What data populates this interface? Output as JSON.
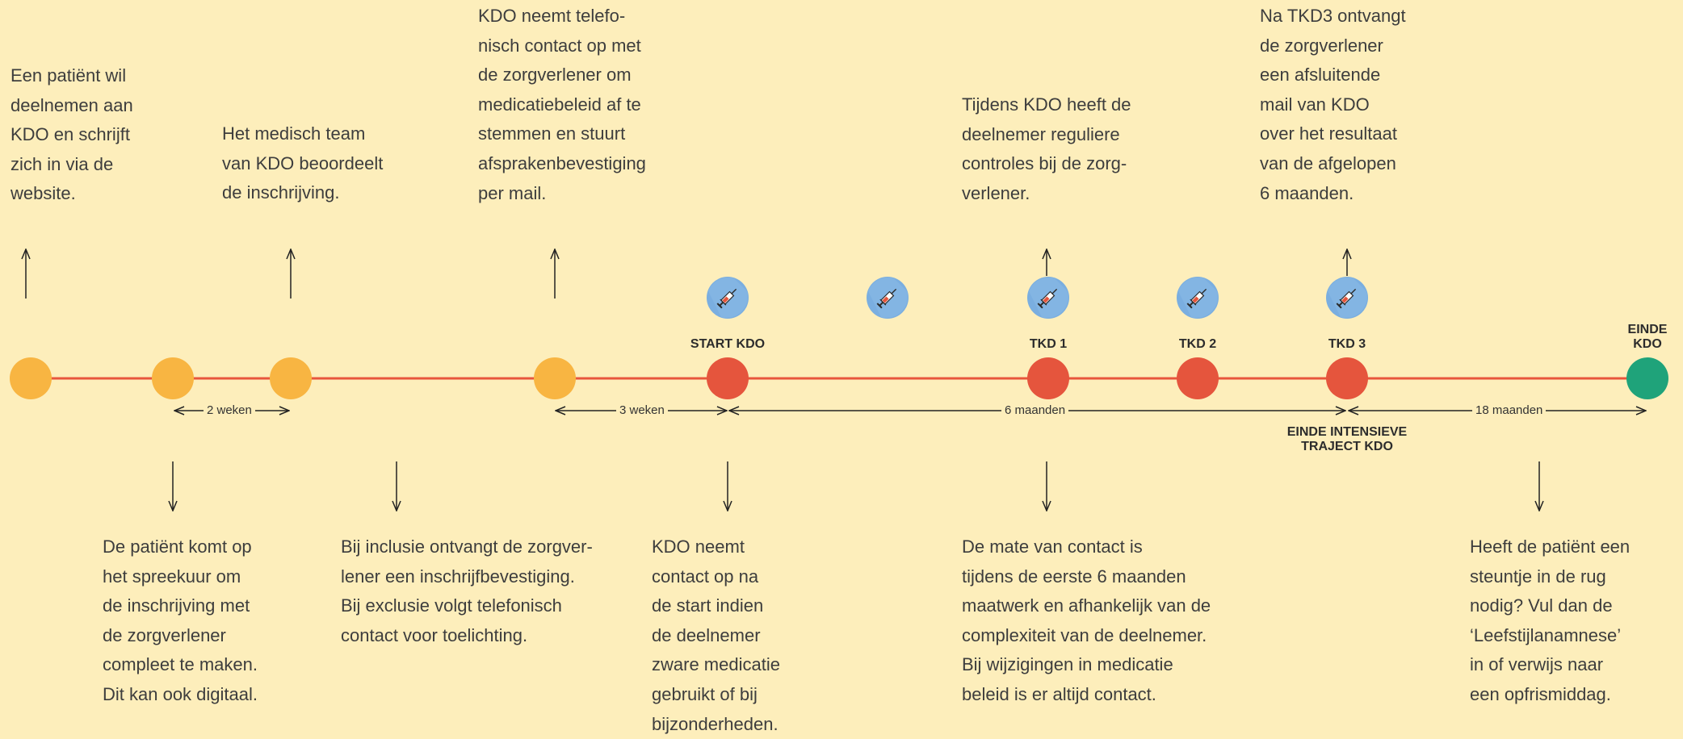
{
  "colors": {
    "background": "#fdeebb",
    "line": "#e8553c",
    "step_orange": "#f8b542",
    "milestone_red": "#e5553d",
    "end_green": "#1fa37a",
    "icon_blue": "#7aaee0"
  },
  "icons": {
    "medication": "syringe-icon"
  },
  "top_texts": [
    "Een patiënt wil\ndeelnemen aan\nKDO en schrijft\nzich in via de\nwebsite.",
    "Het medisch team\nvan KDO beoordeelt\nde inschrijving.",
    "KDO neemt telefo-\nnisch contact op met\nde zorgverlener om\nmedicatiebeleid af te\nstemmen en stuurt\nafsprakenbevestiging\nper mail.",
    "Tijdens KDO heeft de\ndeelnemer reguliere\ncontroles bij de zorg-\nverlener.",
    "Na TKD3 ontvangt\nde zorgverlener\neen afsluitende\nmail van KDO\nover het resultaat\nvan de afgelopen\n6 maanden."
  ],
  "bottom_texts": [
    "De patiënt komt op\nhet spreekuur om\nde inschrijving met\nde zorgverlener\ncompleet te maken.\nDit kan ook digitaal.",
    "Bij inclusie ontvangt de zorgver-\nlener een inschrijfbevestiging.\nBij exclusie volgt telefonisch\ncontact voor toelichting.",
    "KDO neemt\ncontact op na\nde start indien\nde deelnemer\nzware medicatie\ngebruikt of bij\nbijzonderheden.",
    "De mate van contact is\ntijdens de eerste 6 maanden\nmaatwerk en afhankelijk van de\ncomplexiteit van de deelnemer.\nBij wijzigingen in medicatie\nbeleid is er altijd contact.",
    "Heeft de patiënt een\nsteuntje in de rug\nnodig? Vul dan de\n‘Leefstijlanamnese’\nin of verwijs naar\neen opfrismiddag."
  ],
  "milestone_labels": {
    "start": "START KDO",
    "tkd1": "TKD 1",
    "tkd2": "TKD 2",
    "tkd3": "TKD 3",
    "end": "EINDE\nKDO",
    "end_intensive": "EINDE INTENSIEVE\nTRAJECT KDO"
  },
  "durations": [
    "2 weken",
    "3 weken",
    "6 maanden",
    "18 maanden"
  ]
}
